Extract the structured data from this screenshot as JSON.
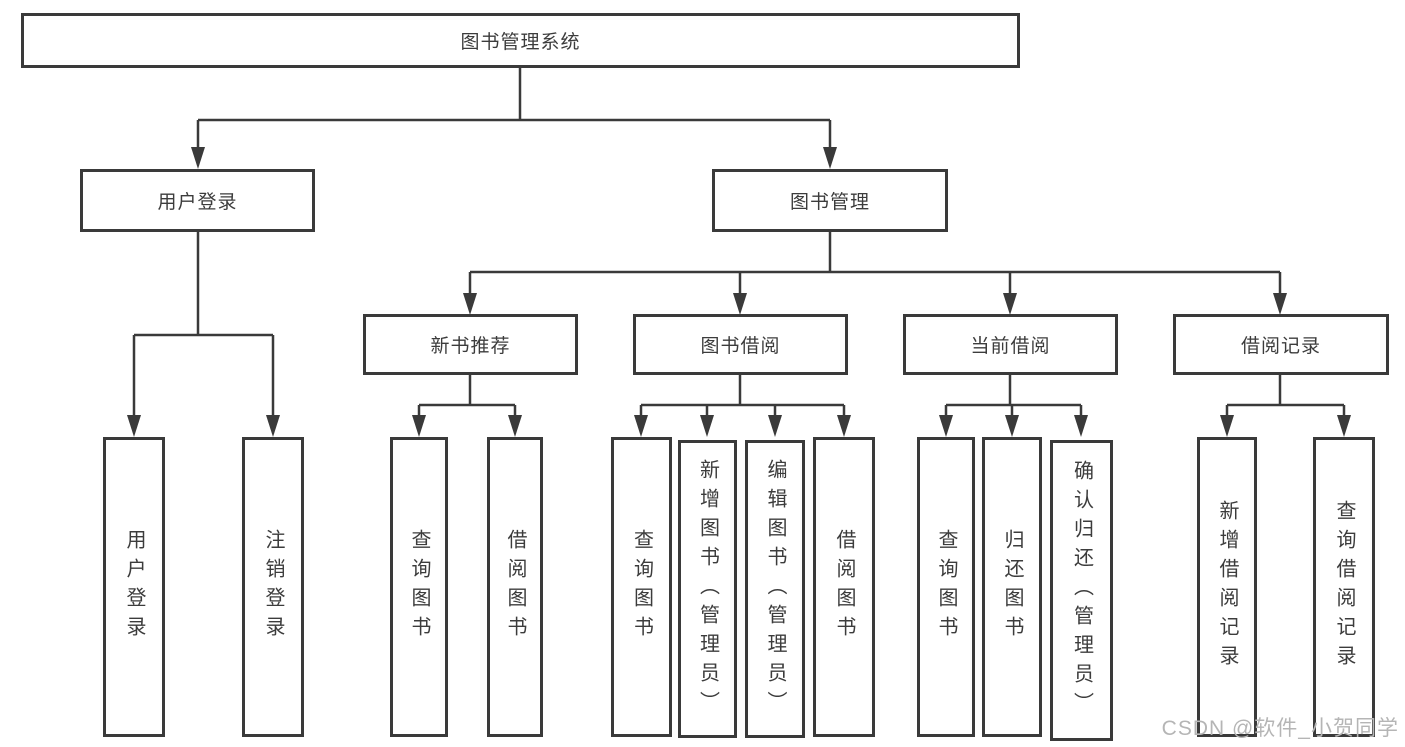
{
  "tree": {
    "label": "图书管理系统",
    "children": [
      {
        "label": "用户登录",
        "children": [
          {
            "label": "用户登录"
          },
          {
            "label": "注销登录"
          }
        ]
      },
      {
        "label": "图书管理",
        "children": [
          {
            "label": "新书推荐",
            "children": [
              {
                "label": "查询图书"
              },
              {
                "label": "借阅图书"
              }
            ]
          },
          {
            "label": "图书借阅",
            "children": [
              {
                "label": "查询图书"
              },
              {
                "label": "新增图书（管理员）"
              },
              {
                "label": "编辑图书（管理员）"
              },
              {
                "label": "借阅图书"
              }
            ]
          },
          {
            "label": "当前借阅",
            "children": [
              {
                "label": "查询图书"
              },
              {
                "label": "归还图书"
              },
              {
                "label": "确认归还（管理员）"
              }
            ]
          },
          {
            "label": "借阅记录",
            "children": [
              {
                "label": "新增借阅记录"
              },
              {
                "label": "查询借阅记录"
              }
            ]
          }
        ]
      }
    ]
  },
  "watermark": "CSDN @软件_小贺同学",
  "colors": {
    "line": "#3a3a3a",
    "text": "#3c3c3c",
    "background": "#ffffff",
    "watermark": "#b5b5b5"
  }
}
